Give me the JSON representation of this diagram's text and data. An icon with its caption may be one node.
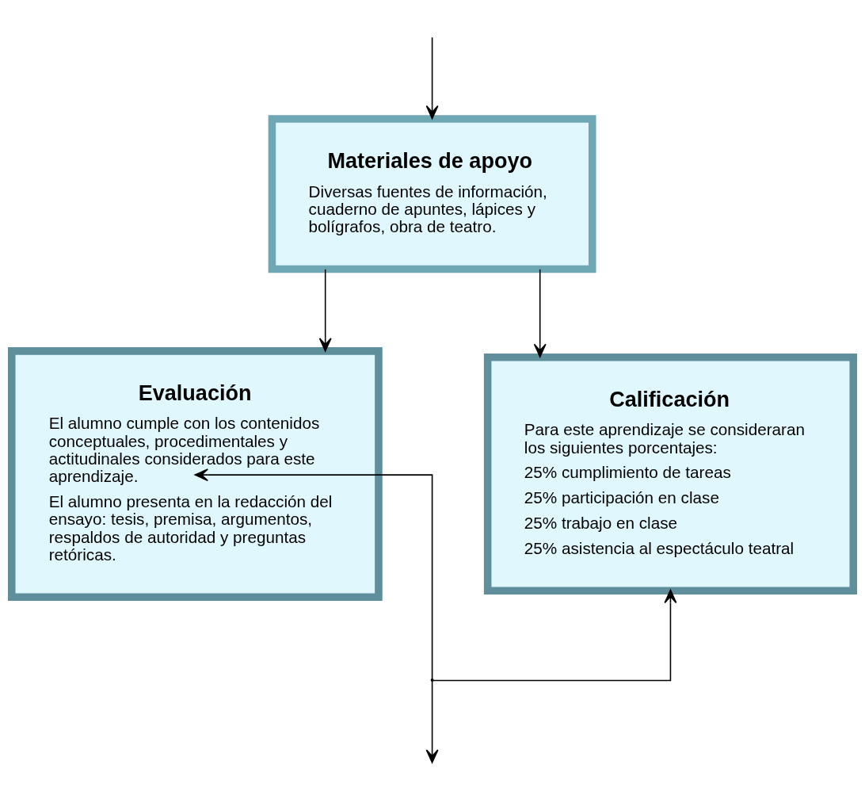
{
  "diagram": {
    "nodes": [
      {
        "text": [
          "Materiales de apoyo",
          "Diversas fuentes de información, cuaderno de apuntes, lápices y bolígrafos, obra de teatro."
        ]
      },
      {
        "text": [
          "Evaluación",
          "El alumno cumple con los contenidos conceptuales, procedimentales y actitudinales considerados para este aprendizaje.",
          "El alumno presenta en la redacción del ensayo: tesis, premisa, argumentos, respaldos de autoridad y preguntas retóricas."
        ]
      },
      {
        "text": [
          "Calificación",
          "Para este aprendizaje se consideraran los siguientes porcentajes:",
          "25% cumplimiento de tareas",
          "25% participación en clase",
          "25% trabajo en clase",
          "25% asistencia al espectáculo teatral"
        ]
      },
      {
        "text": [],
        "shape": "point"
      }
    ],
    "edges": [
      {
        "from": null,
        "to": 0,
        "arrow": "to"
      },
      {
        "from": 0,
        "to": 1,
        "arrow": "to"
      },
      {
        "from": 0,
        "to": 2,
        "arrow": "to"
      },
      {
        "from": 3,
        "to": 1,
        "arrow": "to"
      },
      {
        "from": 3,
        "to": 2,
        "arrow": "to"
      },
      {
        "from": 3,
        "to": null,
        "arrow": "to"
      }
    ]
  }
}
